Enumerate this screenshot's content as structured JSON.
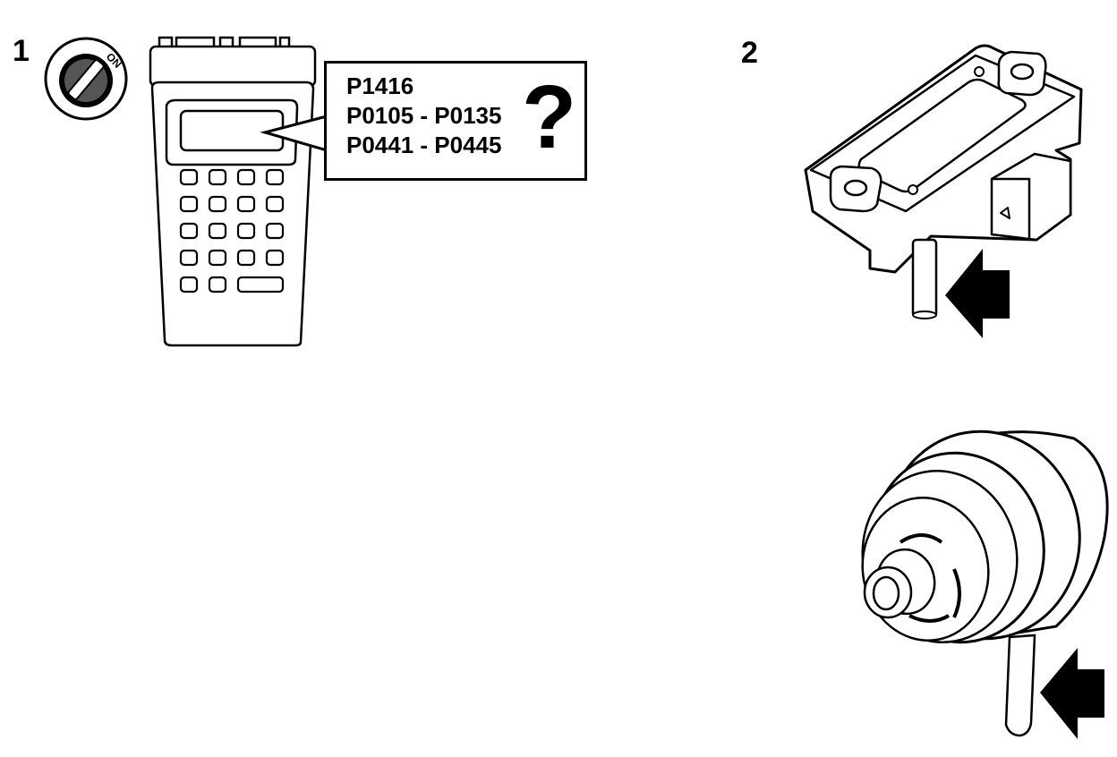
{
  "steps": {
    "step1": {
      "number": "1"
    },
    "step2": {
      "number": "2"
    }
  },
  "ignition_key": {
    "label": "ON",
    "icon": "ignition-key-icon"
  },
  "scan_tool": {
    "icon": "scan-tool-icon"
  },
  "trouble_codes": {
    "lines": [
      "P1416",
      "P0105 - P0135",
      "P0441 - P0445"
    ],
    "symbol": "?"
  },
  "components": [
    {
      "icon": "map-sensor-icon"
    },
    {
      "icon": "fuel-pressure-regulator-icon"
    }
  ],
  "arrows": [
    {
      "icon": "arrow-left-icon",
      "color": "#000000"
    },
    {
      "icon": "arrow-left-icon",
      "color": "#000000"
    }
  ]
}
